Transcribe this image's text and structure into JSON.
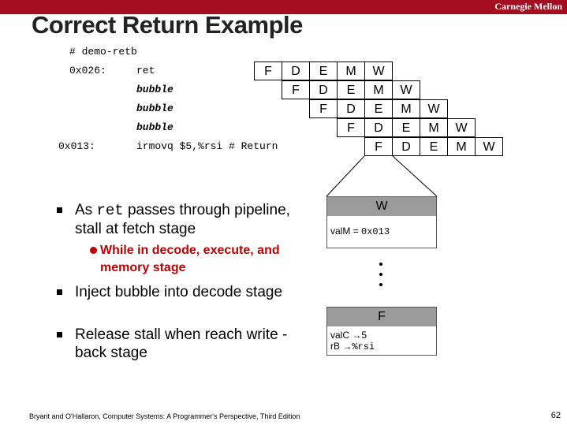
{
  "header": {
    "brand": "Carnegie Mellon",
    "title": "Correct Return Example"
  },
  "code": {
    "comment": "# demo-retb",
    "rows": [
      {
        "addr": "0x026:",
        "instr": "ret",
        "stages": [
          "F",
          "D",
          "E",
          "M",
          "W"
        ]
      },
      {
        "addr": "",
        "instr": "bubble",
        "stages": [
          "F",
          "D",
          "E",
          "M",
          "W"
        ]
      },
      {
        "addr": "",
        "instr": "bubble",
        "stages": [
          "F",
          "D",
          "E",
          "M",
          "W"
        ]
      },
      {
        "addr": "",
        "instr": "bubble",
        "stages": [
          "F",
          "D",
          "E",
          "M",
          "W"
        ]
      },
      {
        "addr": "0x013:",
        "instr": "irmovq $5,%rsi # Return",
        "stages": [
          "F",
          "D",
          "E",
          "M",
          "W"
        ]
      }
    ]
  },
  "bullets": {
    "b1_pre": "As ",
    "b1_code": "ret",
    "b1_post": " passes through pipeline, stall at fetch stage",
    "sub1": "While in decode, execute, and memory stage",
    "b2": "Inject bubble into decode stage",
    "b3": "Release stall when reach write -back stage"
  },
  "registers": {
    "w_label": "W",
    "w_field": "valM =",
    "w_value": "0x013",
    "f_label": "F",
    "f_row1_label": "valC",
    "f_row1_value": "5",
    "f_row2_label": "rB",
    "f_row2_value": "%rsi",
    "arrow": "→"
  },
  "footer": {
    "citation": "Bryant and O'Hallaron, Computer Systems: A Programmer's Perspective, Third Edition",
    "page": "62"
  }
}
